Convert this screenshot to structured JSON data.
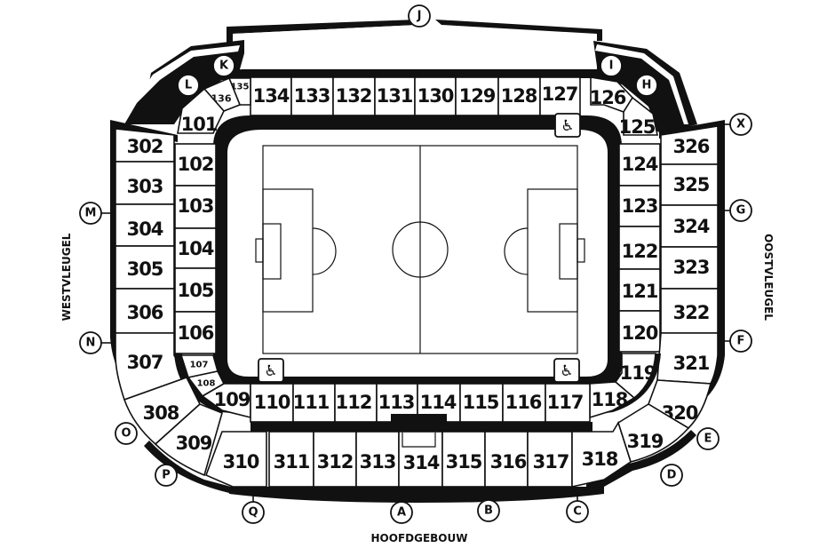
{
  "map": {
    "stand_labels": {
      "west": "WESTVLEUGEL",
      "east": "OOSTVLEUGEL",
      "main": "HOOFDGEBOUW"
    },
    "colors": {
      "ink": "#111111",
      "background": "#ffffff"
    },
    "gates": [
      "J",
      "K",
      "L",
      "I",
      "H",
      "X",
      "M",
      "G",
      "N",
      "F",
      "O",
      "E",
      "P",
      "D",
      "Q",
      "A",
      "B",
      "C"
    ],
    "tiers": {
      "lower_north": [
        "134",
        "133",
        "132",
        "131",
        "130",
        "129",
        "128",
        "127"
      ],
      "lower_north_corner_left": [
        "135",
        "136",
        "101"
      ],
      "lower_north_corner_right": [
        "126",
        "125"
      ],
      "lower_west": [
        "102",
        "103",
        "104",
        "105",
        "106"
      ],
      "lower_east": [
        "124",
        "123",
        "122",
        "121",
        "120"
      ],
      "lower_south_corner_left": [
        "107",
        "108",
        "109"
      ],
      "lower_south": [
        "110",
        "111",
        "112",
        "113",
        "114",
        "115",
        "116",
        "117"
      ],
      "lower_south_corner_right": [
        "118",
        "119"
      ],
      "upper_west": [
        "302",
        "303",
        "304",
        "305",
        "306",
        "307"
      ],
      "upper_east": [
        "326",
        "325",
        "324",
        "323",
        "322",
        "321"
      ],
      "upper_south_corner_left": [
        "308",
        "309"
      ],
      "upper_south": [
        "310",
        "311",
        "312",
        "313",
        "314",
        "315",
        "316",
        "317",
        "318"
      ],
      "upper_south_corner_right": [
        "319",
        "320"
      ]
    },
    "accessibility": {
      "icon": "wheelchair-icon",
      "symbol": "♿",
      "locations": [
        "127",
        "110",
        "117"
      ]
    }
  }
}
